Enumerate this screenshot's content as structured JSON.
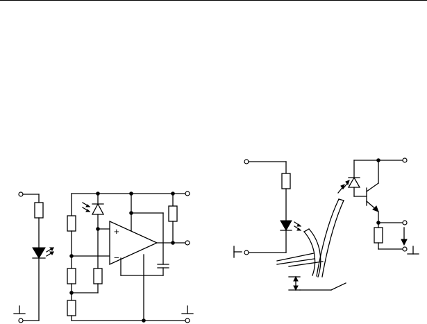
{
  "diagrams": {
    "led_driver": {
      "symbols": [
        "led",
        "resistor",
        "ground"
      ]
    },
    "photodiode_amplifier": {
      "opamp_pins": {
        "plus": "+",
        "minus": "−"
      },
      "symbols": [
        "photodiode",
        "op-amp",
        "resistor",
        "capacitor",
        "ground"
      ]
    },
    "fiber_link": {
      "symbols": [
        "led",
        "optical-fiber",
        "photodiode",
        "npn-transistor",
        "resistor",
        "ground",
        "output-arrow"
      ]
    }
  },
  "colors": {
    "line": "#000000",
    "background": "#ffffff"
  }
}
